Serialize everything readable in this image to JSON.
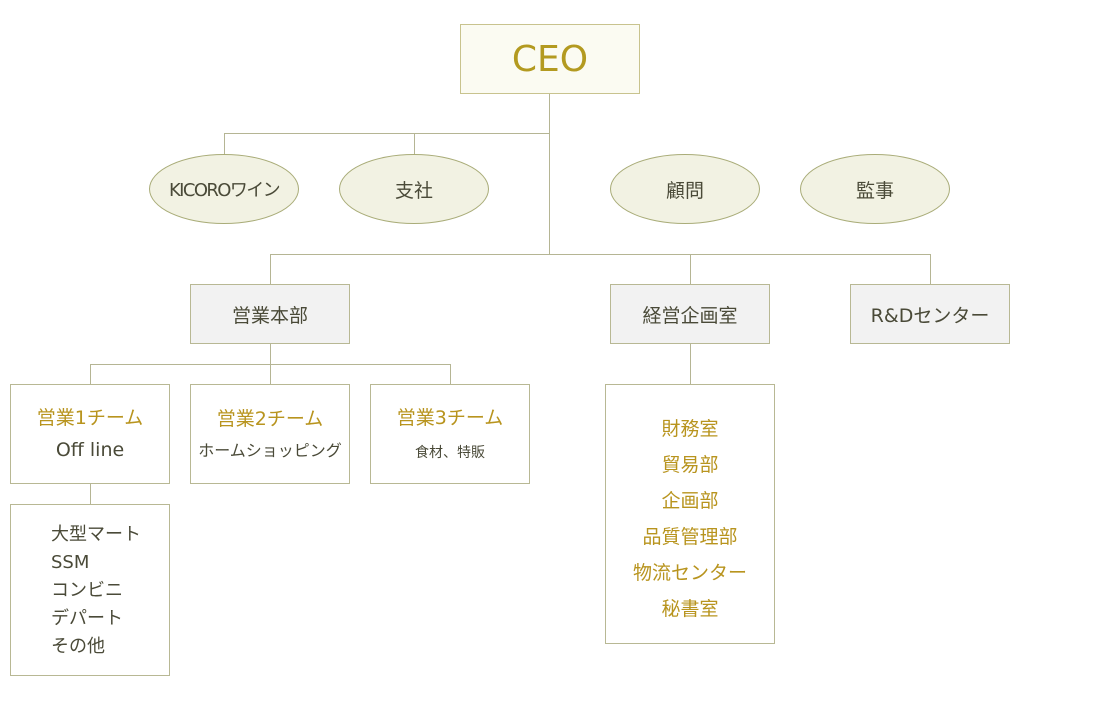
{
  "ceo": "CEO",
  "support": [
    "KICOROワイン",
    "支社",
    "顧問",
    "監事"
  ],
  "departments": [
    "営業本部",
    "経営企画室",
    "R&Dセンター"
  ],
  "teams": [
    {
      "title": "営業1チーム",
      "subtitle": "Off line"
    },
    {
      "title": "営業2チーム",
      "subtitle": "ホームショッピング"
    },
    {
      "title": "営業3チーム",
      "subtitle": "食材、特販"
    }
  ],
  "channels": [
    "大型マート",
    "SSM",
    "コンビニ",
    "デパート",
    "その他"
  ],
  "planning_units": [
    "財務室",
    "貿易部",
    "企画部",
    "品質管理部",
    "物流センター",
    "秘書室"
  ],
  "colors": {
    "line": "#b5b594",
    "gold": "#b8941e",
    "ceo_text": "#b39a20",
    "oval_fill": "#f2f2e3",
    "dept_fill": "#f2f2f2"
  }
}
